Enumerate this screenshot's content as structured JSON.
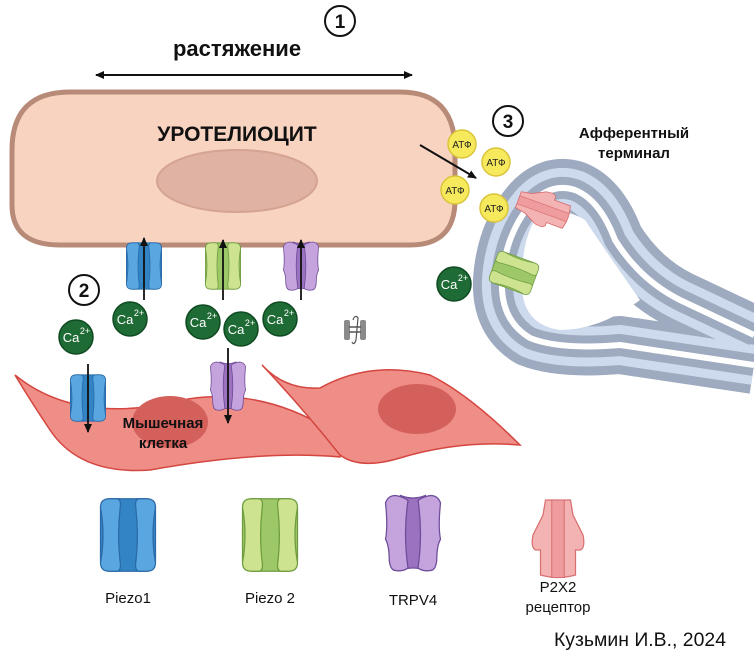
{
  "stretch": {
    "label": "растяжение",
    "step": "1"
  },
  "urothelium": {
    "label": "УРОТЕЛИОЦИТ"
  },
  "afferent": {
    "line1": "Афферентный",
    "line2": "терминал"
  },
  "steps": {
    "two": "2",
    "three": "3"
  },
  "muscle": {
    "line1": "Мышечная",
    "line2": "клетка"
  },
  "ion": {
    "base": "Ca",
    "charge": "2+"
  },
  "atp": {
    "label": "АТФ"
  },
  "legend": {
    "items": [
      {
        "label": "Piezo1"
      },
      {
        "label": "Piezo 2"
      },
      {
        "label": "TRPV4"
      },
      {
        "label": "P2X2",
        "label2": "рецептор"
      }
    ]
  },
  "credit": "Кузьмин И.В., 2024",
  "colors": {
    "cell_fill": "#f8d3c0",
    "cell_stroke": "#b88a78",
    "nucleus": "#e0b2a3",
    "muscle_fill": "#ef8d87",
    "muscle_stroke": "#d4463f",
    "muscle_nucleus": "#d4605b",
    "ion": "#1f6b35",
    "atp": "#f7e95c",
    "nerve_outer": "#9daabf",
    "nerve_inner": "#cdd9ec",
    "piezo1": "#4f9bdc",
    "piezo2": "#b9dd7f",
    "trpv4": "#b48fcf",
    "p2x2": "#f2a5a6"
  }
}
